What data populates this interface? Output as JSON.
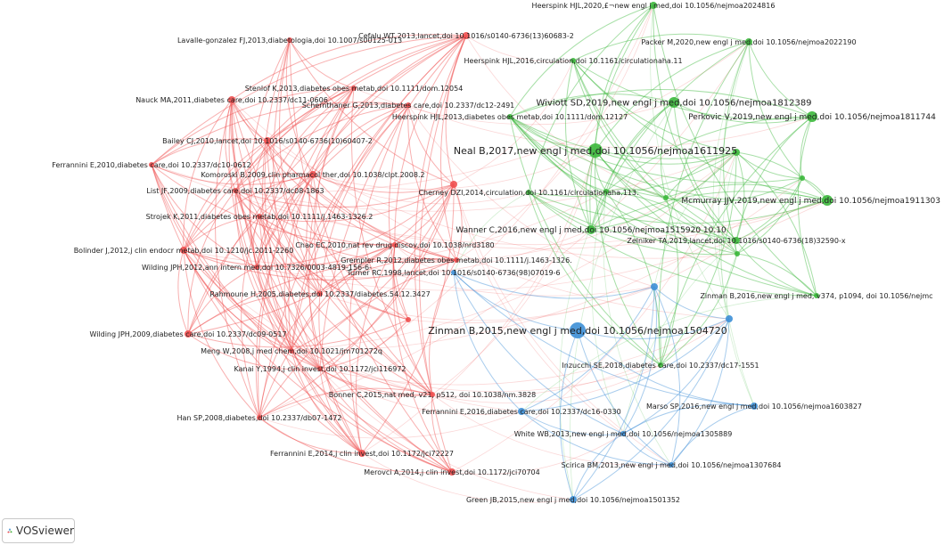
{
  "brand": {
    "name": "VOSviewer"
  },
  "colors": {
    "red": "#ef4f4f",
    "green": "#3cb83c",
    "blue": "#3d8fd6"
  },
  "nodes": [
    {
      "label": "Lavalle-gonzalez FJ,2013,diabetologia,doi 10.1007/s00125-013",
      "cluster": "red"
    },
    {
      "label": "Cefalu WT,2013,lancet,doi 10.1016/s0140-6736(13)60683-2",
      "cluster": "red"
    },
    {
      "label": "Stenlof K,2013,diabetes obes metab,doi 10.1111/dom.12054",
      "cluster": "red"
    },
    {
      "label": "Nauck MA,2011,diabetes care,doi 10.2337/dc11-0606",
      "cluster": "red"
    },
    {
      "label": "Schernthaner G,2013,diabetes care,doi 10.2337/dc12-2491",
      "cluster": "red"
    },
    {
      "label": "Bailey CJ,2010,lancet,doi 10.1016/s0140-6736(10)60407-2",
      "cluster": "red"
    },
    {
      "label": "Ferrannini E,2010,diabetes care,doi 10.2337/dc10-0612",
      "cluster": "red"
    },
    {
      "label": "Komoroski B,2009,clin pharmacol ther,doi 10.1038/clpt.2008.2",
      "cluster": "red"
    },
    {
      "label": "List JF,2009,diabetes care,doi 10.2337/dc08-1863",
      "cluster": "red"
    },
    {
      "label": "Strojek K,2011,diabetes obes metab,doi 10.1111/j.1463-1326.2",
      "cluster": "red"
    },
    {
      "label": "Bolinder J,2012,j clin endocr metab,doi 10.1210/jc.2011-2260",
      "cluster": "red"
    },
    {
      "label": "Chao EC,2010,nat rev drug discov,doi 10.1038/nrd3180",
      "cluster": "red"
    },
    {
      "label": "Wilding JPH,2012,ann intern med,doi 10.7326/0003-4819-156-6-",
      "cluster": "red"
    },
    {
      "label": "Grempler R,2012,diabetes obes metab,doi 10.1111/j.1463-1326.",
      "cluster": "red"
    },
    {
      "label": "Rahmoune H,2005,diabetes,doi 10.2337/diabetes.54.12.3427",
      "cluster": "red"
    },
    {
      "label": "Wilding JPH,2009,diabetes care,doi 10.2337/dc09-0517",
      "cluster": "red"
    },
    {
      "label": "Meng W,2008,j med chem,doi 10.1021/jm701272q",
      "cluster": "red"
    },
    {
      "label": "Kanai Y,1994,j clin invest,doi 10.1172/jci116972",
      "cluster": "red"
    },
    {
      "label": "Bonner C,2015,nat med, v21, p512, doi 10.1038/nm.3828",
      "cluster": "red"
    },
    {
      "label": "Han SP,2008,diabetes,doi 10.2337/db07-1472",
      "cluster": "red"
    },
    {
      "label": "Ferrannini E,2014,j clin invest,doi 10.1172/jci72227",
      "cluster": "red"
    },
    {
      "label": "Merovci A,2014,j clin invest,doi 10.1172/jci70704",
      "cluster": "red"
    },
    {
      "label": "",
      "cluster": "red"
    },
    {
      "label": "",
      "cluster": "red"
    },
    {
      "label": "Heerspink HJL,2020,£¬new engl j med,doi 10.1056/nejmoa2024816",
      "cluster": "green"
    },
    {
      "label": "Packer M,2020,new engl j med,doi 10.1056/nejmoa2022190",
      "cluster": "green"
    },
    {
      "label": "Heerspink HJL,2016,circulation,doi 10.1161/circulationaha.11",
      "cluster": "green"
    },
    {
      "label": "Wiviott SD,2019,new engl j med,doi 10.1056/nejmoa1812389",
      "cluster": "green"
    },
    {
      "label": "Perkovic V,2019,new engl j med,doi 10.1056/nejmoa1811744",
      "cluster": "green"
    },
    {
      "label": "Heerspink HJL,2013,diabetes obes metab,doi 10.1111/dom.12127",
      "cluster": "green"
    },
    {
      "label": "Neal B,2017,new engl j med,doi 10.1056/nejmoa1611925",
      "cluster": "green"
    },
    {
      "label": "Cherney DZI,2014,circulation,doi 10.1161/circulationaha.113.",
      "cluster": "green"
    },
    {
      "label": "Mcmurray JJV,2019,new engl j med,doi 10.1056/nejmoa1911303",
      "cluster": "green"
    },
    {
      "label": "Wanner C,2016,new engl j med,doi 10.1056/nejmoa1515920 10.10",
      "cluster": "green"
    },
    {
      "label": "Zelniker TA,2019,lancet,doi 10.1016/s0140-6736(18)32590-x",
      "cluster": "green"
    },
    {
      "label": "Zinman B,2016,new engl j med, v374, p1094, doi 10.1056/nejmc",
      "cluster": "green"
    },
    {
      "label": "Inzucchi SE,2018,diabetes care,doi 10.2337/dc17-1551",
      "cluster": "green"
    },
    {
      "label": "",
      "cluster": "green"
    },
    {
      "label": "",
      "cluster": "green"
    },
    {
      "label": "",
      "cluster": "green"
    },
    {
      "label": "",
      "cluster": "green"
    },
    {
      "label": "",
      "cluster": "green"
    },
    {
      "label": "Turner RC,1998,lancet,doi 10.1016/s0140-6736(98)07019-6",
      "cluster": "blue"
    },
    {
      "label": "Zinman B,2015,new engl j med,doi 10.1056/nejmoa1504720",
      "cluster": "blue"
    },
    {
      "label": "Ferrannini E,2016,diabetes care,doi 10.2337/dc16-0330",
      "cluster": "blue"
    },
    {
      "label": "Marso SP,2016,new engl j med,doi 10.1056/nejmoa1603827",
      "cluster": "blue"
    },
    {
      "label": "White WB,2013,new engl j med,doi 10.1056/nejmoa1305889",
      "cluster": "blue"
    },
    {
      "label": "Scirica BM,2013,new engl j med,doi 10.1056/nejmoa1307684",
      "cluster": "blue"
    },
    {
      "label": "Green JB,2015,new engl j med,doi 10.1056/nejmoa1501352",
      "cluster": "blue"
    },
    {
      "label": "",
      "cluster": "blue"
    },
    {
      "label": "",
      "cluster": "blue"
    }
  ]
}
